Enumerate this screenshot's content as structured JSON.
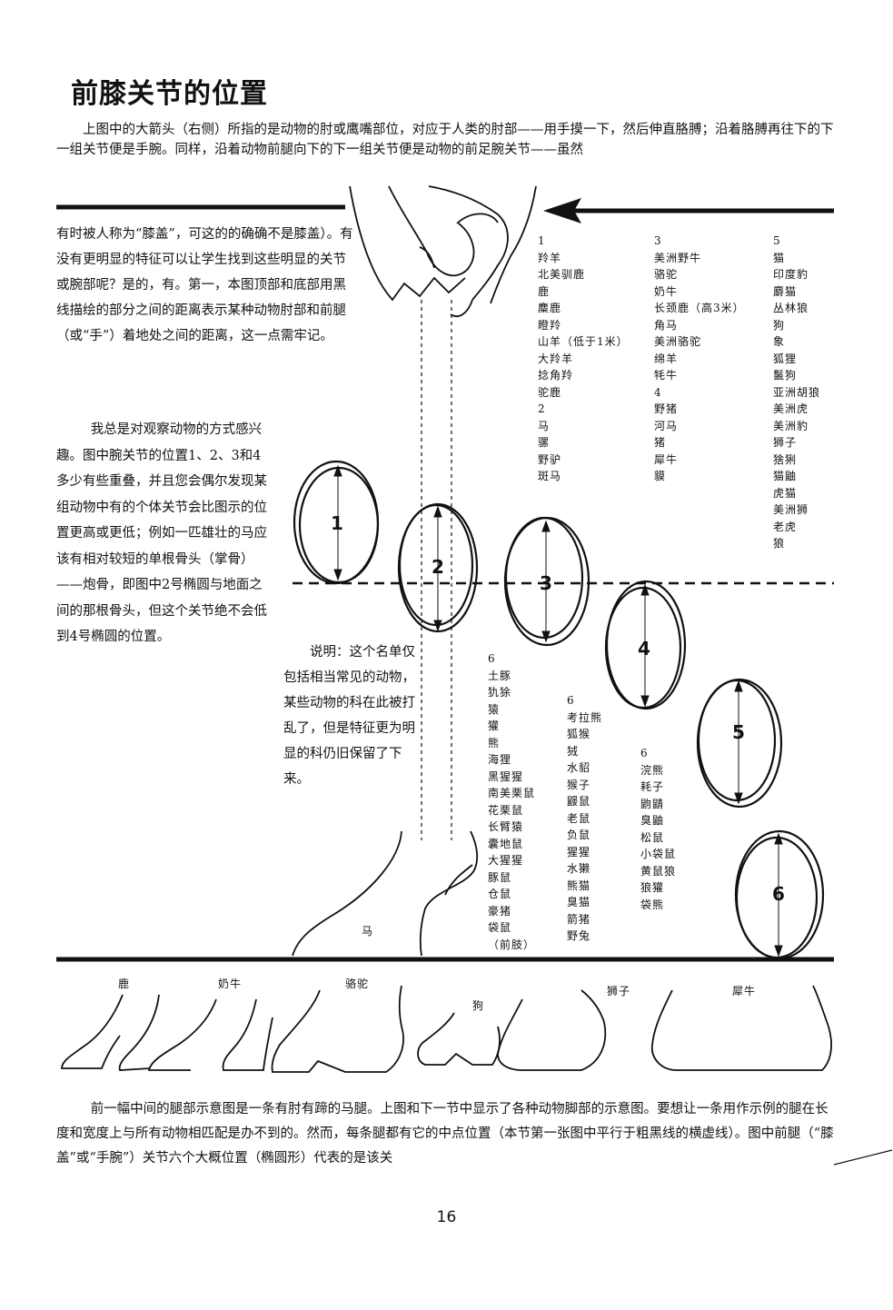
{
  "title": "前膝关节的位置",
  "intro": "上图中的大箭头（右侧）所指的是动物的肘或鹰嘴部位，对应于人类的肘部——用手摸一下，然后伸直胳膊；沿着胳膊再往下的下一组关节便是手腕。同样，沿着动物前腿向下的下一组关节便是动物的前足腕关节——虽然",
  "left_text_1": "有时被人称为“膝盖”，可这的的确确不是膝盖）。有没有更明显的特征可以让学生找到这些明显的关节或腕部呢？是的，有。第一，本图顶部和底部用黑线描绘的部分之间的距离表示某种动物肘部和前腿（或“手”）着地处之间的距离，这一点需牢记。",
  "left_text_2": "我总是对观察动物的方式感兴趣。图中腕关节的位置1、2、3和4多少有些重叠，并且您会偶尔发现某组动物中有的个体关节会比图示的位置更高或更低；例如一匹雄壮的马应该有相对较短的单根骨头（掌骨）——炮骨，即图中2号椭圆与地面之间的那根骨头，但这个关节绝不会低到4号椭圆的位置。",
  "note_text": "说明：这个名单仅包括相当常见的动物，某些动物的科在此被打乱了，但是特征更为明显的科仍旧保留了下来。",
  "bottom_text": "前一幅中间的腿部示意图是一条有肘有蹄的马腿。上图和下一节中显示了各种动物脚部的示意图。要想让一条用作示例的腿在长度和宽度上与所有动物相匹配是办不到的。然而，每条腿都有它的中点位置（本节第一张图中平行于粗黑线的横虚线）。图中前腿（“膝盖”或“手腕”）关节六个大概位置（椭圆形）代表的是该关",
  "page_number": "16",
  "horse_label": "马",
  "lists": {
    "col1": [
      "1",
      "羚羊",
      "北美驯鹿",
      "鹿",
      "麋鹿",
      "瞪羚",
      "山羊（低于1米）",
      "大羚羊",
      "捻角羚",
      "驼鹿",
      "2",
      "马",
      "骡",
      "野驴",
      "斑马"
    ],
    "col2": [
      "3",
      "美洲野牛",
      "骆驼",
      "奶牛",
      "长颈鹿（高3米）",
      "角马",
      "美洲骆驼",
      "绵羊",
      "牦牛",
      "4",
      "野猪",
      "河马",
      "猪",
      "犀牛",
      "貘"
    ],
    "col3": [
      "5",
      "猫",
      "印度豹",
      "麝猫",
      "丛林狼",
      "狗",
      "象",
      "狐狸",
      "鬣狗",
      "亚洲胡狼",
      "美洲虎",
      "美洲豹",
      "狮子",
      "猞猁",
      "猫鼬",
      "虎猫",
      "美洲狮",
      "老虎",
      "狼"
    ],
    "col4": [
      "6",
      "土豚",
      "犰狳",
      "猿",
      "獾",
      "熊",
      "海狸",
      "黑猩猩",
      "南美栗鼠",
      "花栗鼠",
      "长臂猿",
      "囊地鼠",
      "大猩猩",
      "豚鼠",
      "仓鼠",
      "豪猪",
      "袋鼠",
      "（前肢）"
    ],
    "col5": [
      "6",
      "考拉熊",
      "狐猴",
      "狨",
      "水貂",
      "猴子",
      "鼹鼠",
      "老鼠",
      "负鼠",
      "猩猩",
      "水獭",
      "熊猫",
      "臭猫",
      "箭猪",
      "野兔"
    ],
    "col6": [
      "6",
      "浣熊",
      "耗子",
      "鼩鼱",
      "臭鼬",
      "松鼠",
      "小袋鼠",
      "黄鼠狼",
      "狼獾",
      "袋熊"
    ]
  },
  "ellipse_labels": [
    "1",
    "2",
    "3",
    "4",
    "5",
    "6"
  ],
  "foot_labels": [
    "鹿",
    "奶牛",
    "骆驼",
    "狗",
    "狮子",
    "犀牛"
  ]
}
